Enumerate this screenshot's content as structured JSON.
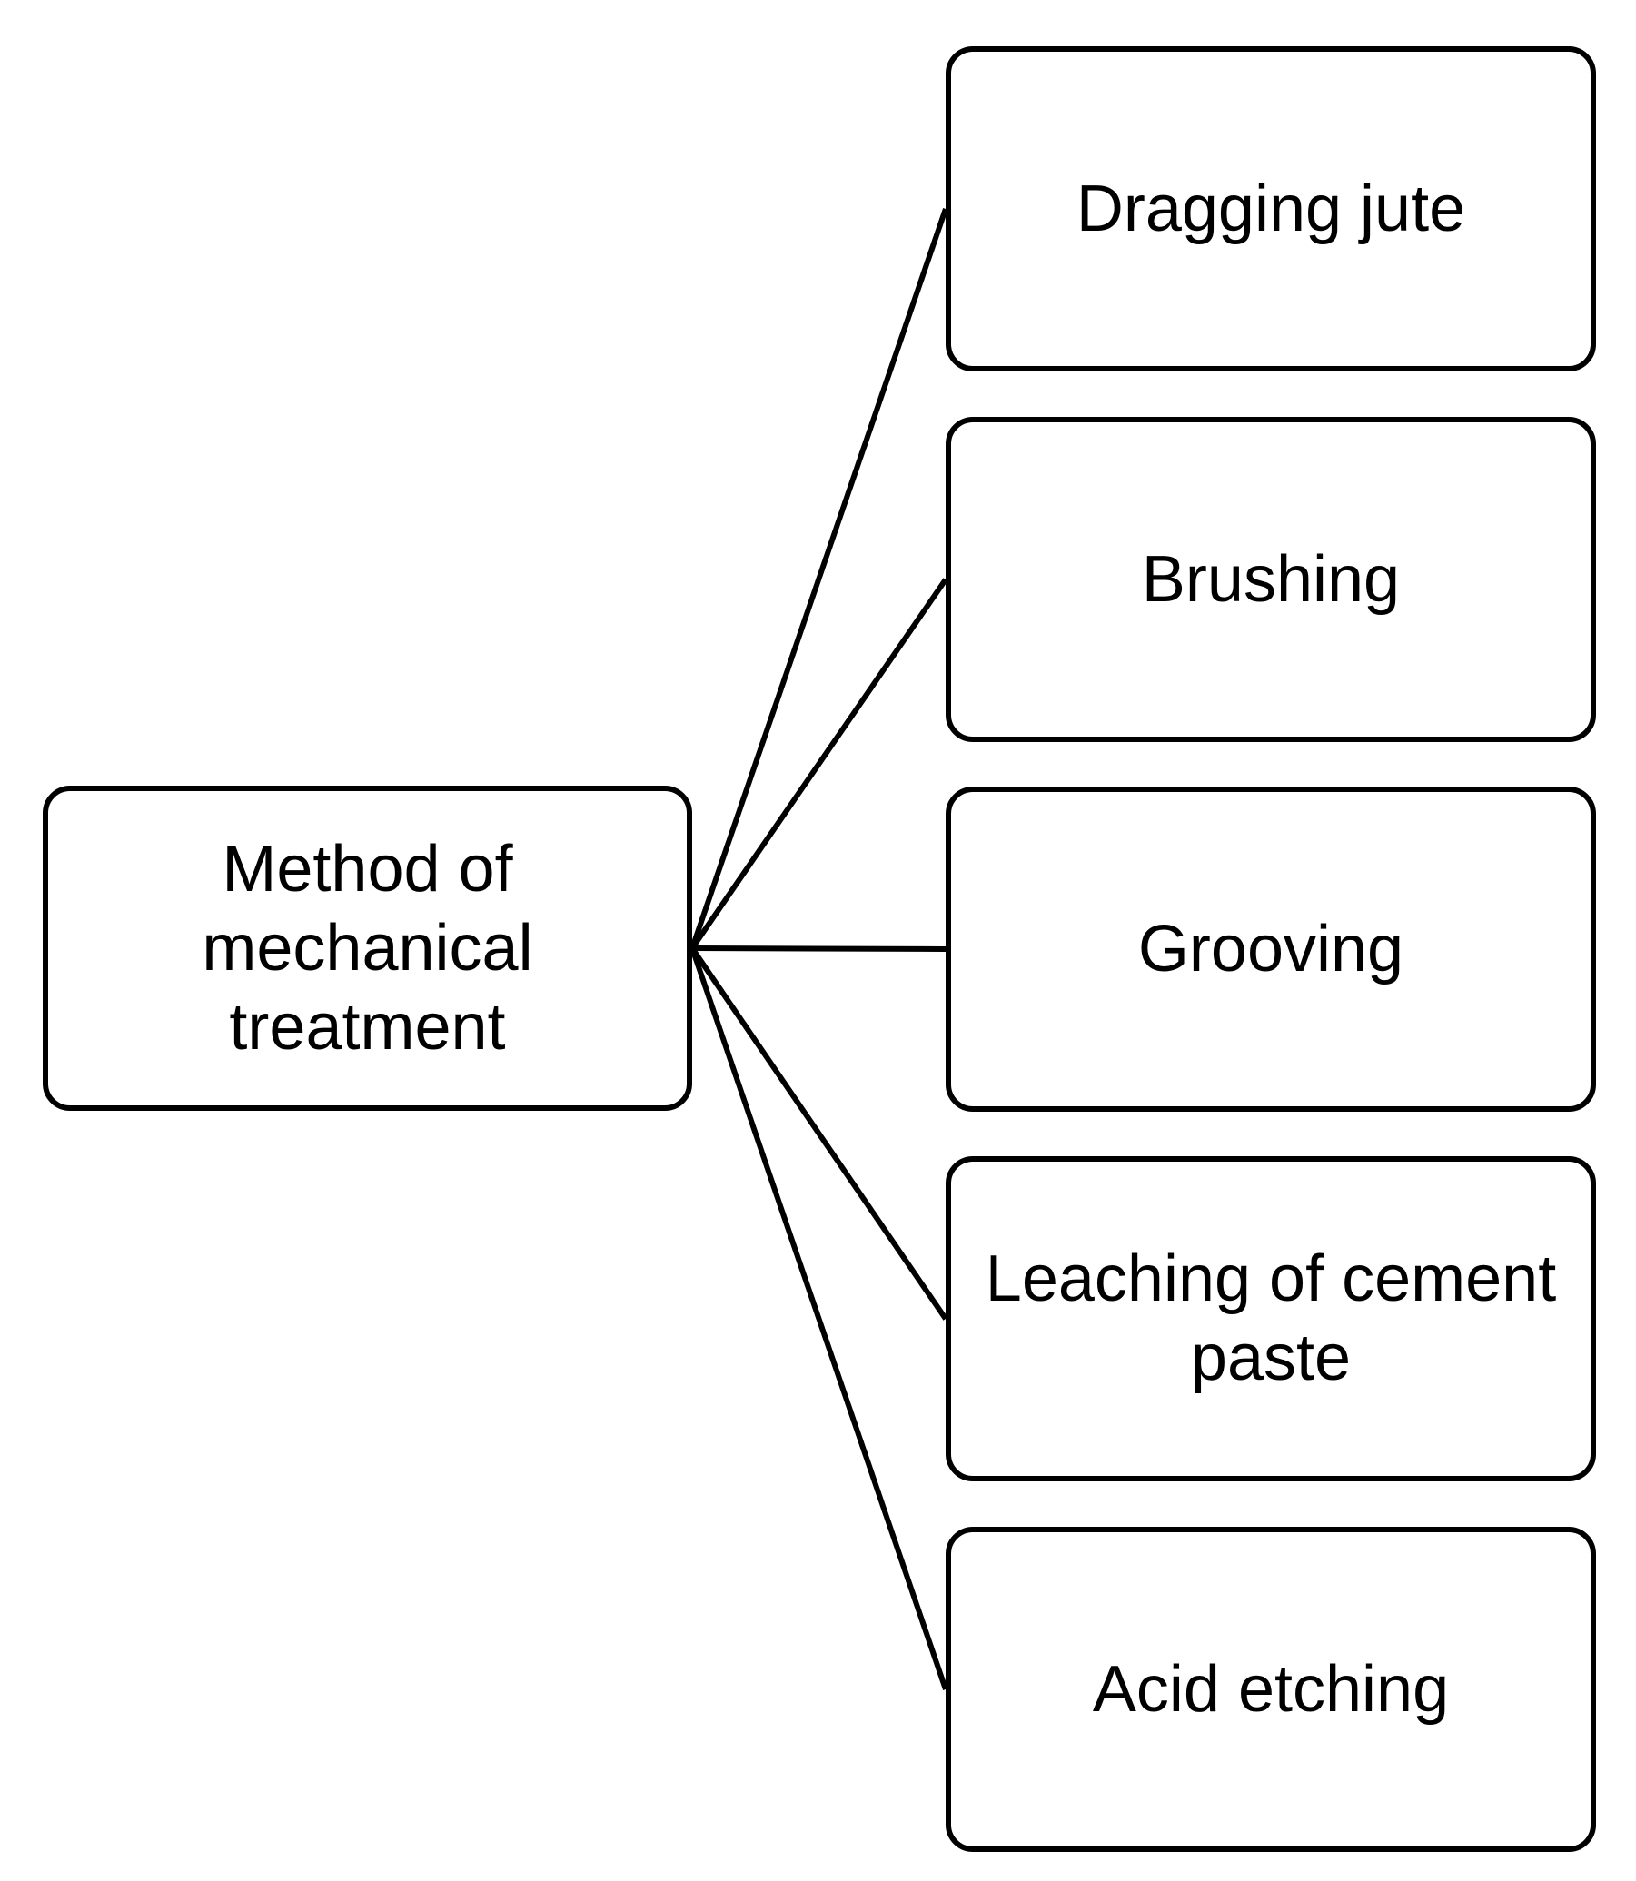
{
  "root": {
    "label": "Method of mechanical treatment"
  },
  "children": [
    {
      "label": "Dragging jute"
    },
    {
      "label": "Brushing"
    },
    {
      "label": "Grooving"
    },
    {
      "label": "Leaching of cement paste"
    },
    {
      "label": "Acid etching"
    }
  ]
}
